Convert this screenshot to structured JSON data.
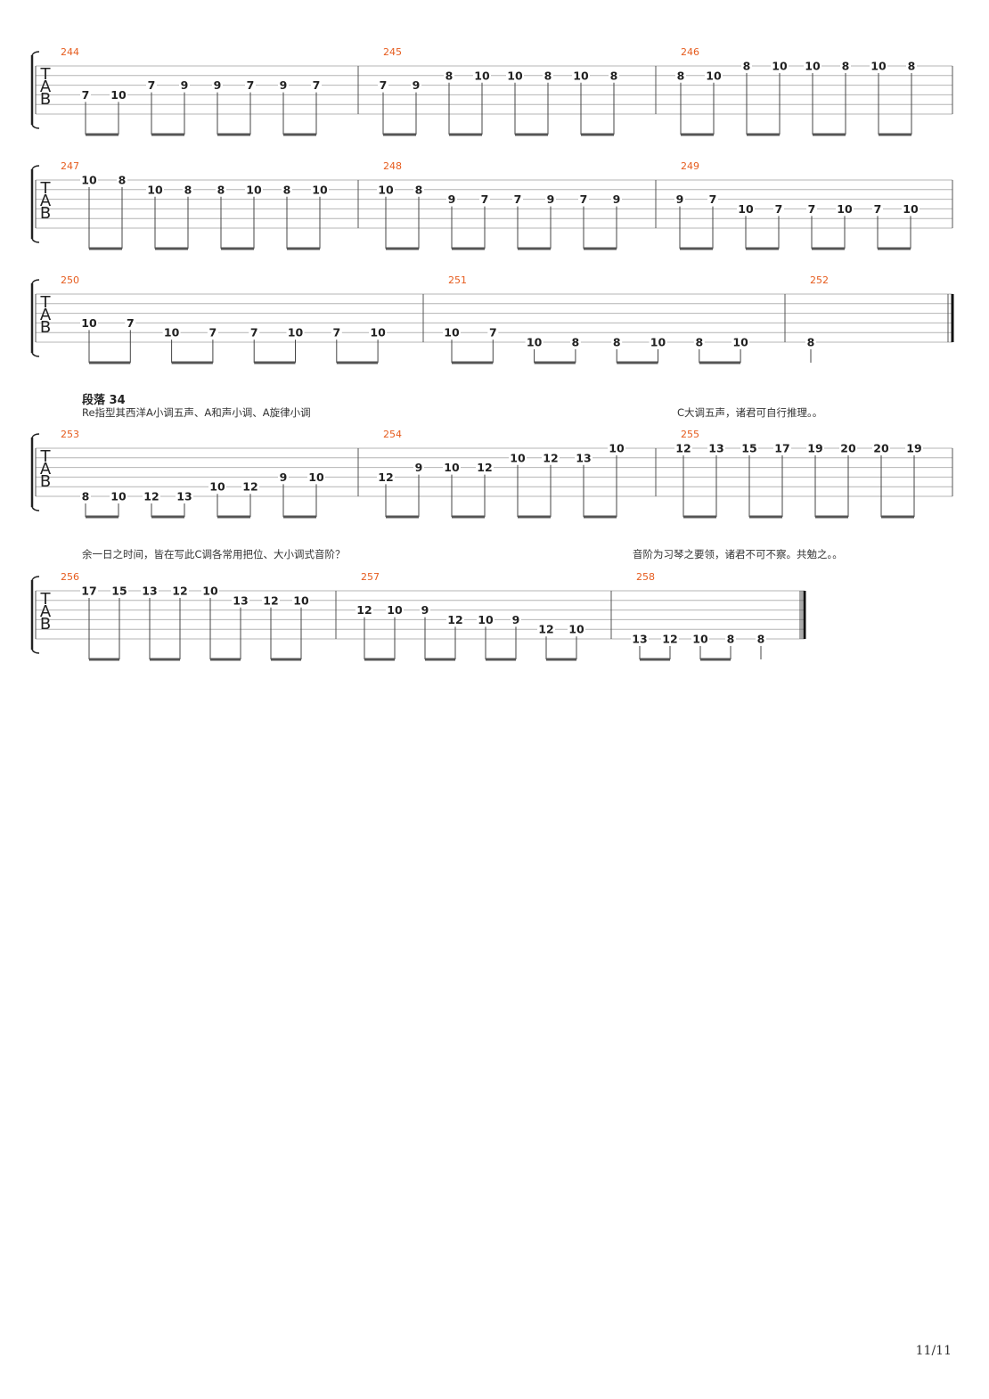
{
  "section": {
    "title": "段落 34",
    "line1_left": "Re指型其西洋A小调五声、A和声小调、A旋律小调",
    "line1_right": "C大调五声，诸君可自行推理。。",
    "line2_left": "余一日之时间，皆在写此C调各常用把位、大小调式音阶？",
    "line2_right": "音阶为习琴之要领，诸君不可不察。共勉之。。"
  },
  "page_number": "11/11",
  "tab_clef": [
    "T",
    "A",
    "B"
  ],
  "systems": [
    {
      "measures": [
        {
          "number": "244",
          "notes": [
            [
              "7",
              3
            ],
            [
              "10",
              3
            ],
            [
              "7",
              2
            ],
            [
              "9",
              2
            ],
            [
              "9",
              2
            ],
            [
              "7",
              2
            ],
            [
              "9",
              2
            ],
            [
              "7",
              2
            ]
          ]
        },
        {
          "number": "245",
          "notes": [
            [
              "7",
              2
            ],
            [
              "9",
              2
            ],
            [
              "8",
              1
            ],
            [
              "10",
              1
            ],
            [
              "10",
              1
            ],
            [
              "8",
              1
            ],
            [
              "10",
              1
            ],
            [
              "8",
              1
            ]
          ]
        },
        {
          "number": "246",
          "notes": [
            [
              "8",
              1
            ],
            [
              "10",
              1
            ],
            [
              "8",
              0
            ],
            [
              "10",
              0
            ],
            [
              "10",
              0
            ],
            [
              "8",
              0
            ],
            [
              "10",
              0
            ],
            [
              "8",
              0
            ]
          ]
        }
      ]
    },
    {
      "measures": [
        {
          "number": "247",
          "notes": [
            [
              "10",
              0
            ],
            [
              "8",
              0
            ],
            [
              "10",
              1
            ],
            [
              "8",
              1
            ],
            [
              "8",
              1
            ],
            [
              "10",
              1
            ],
            [
              "8",
              1
            ],
            [
              "10",
              1
            ]
          ]
        },
        {
          "number": "248",
          "notes": [
            [
              "10",
              1
            ],
            [
              "8",
              1
            ],
            [
              "9",
              2
            ],
            [
              "7",
              2
            ],
            [
              "7",
              2
            ],
            [
              "9",
              2
            ],
            [
              "7",
              2
            ],
            [
              "9",
              2
            ]
          ]
        },
        {
          "number": "249",
          "notes": [
            [
              "9",
              2
            ],
            [
              "7",
              2
            ],
            [
              "10",
              3
            ],
            [
              "7",
              3
            ],
            [
              "7",
              3
            ],
            [
              "10",
              3
            ],
            [
              "7",
              3
            ],
            [
              "10",
              3
            ]
          ]
        }
      ]
    },
    {
      "measures": [
        {
          "number": "250",
          "notes": [
            [
              "10",
              3
            ],
            [
              "7",
              3
            ],
            [
              "10",
              4
            ],
            [
              "7",
              4
            ],
            [
              "7",
              4
            ],
            [
              "10",
              4
            ],
            [
              "7",
              4
            ],
            [
              "10",
              4
            ]
          ]
        },
        {
          "number": "251",
          "notes": [
            [
              "10",
              4
            ],
            [
              "7",
              4
            ],
            [
              "10",
              5
            ],
            [
              "8",
              5
            ],
            [
              "8",
              5
            ],
            [
              "10",
              5
            ],
            [
              "8",
              5
            ],
            [
              "10",
              5
            ]
          ]
        },
        {
          "number": "252",
          "notes": [
            [
              "8",
              5
            ]
          ]
        }
      ]
    },
    {
      "measures": [
        {
          "number": "253",
          "notes": [
            [
              "8",
              5
            ],
            [
              "10",
              5
            ],
            [
              "12",
              5
            ],
            [
              "13",
              5
            ],
            [
              "10",
              4
            ],
            [
              "12",
              4
            ],
            [
              "9",
              3
            ],
            [
              "10",
              3
            ]
          ]
        },
        {
          "number": "254",
          "notes": [
            [
              "12",
              3
            ],
            [
              "9",
              2
            ],
            [
              "10",
              2
            ],
            [
              "12",
              2
            ],
            [
              "10",
              1
            ],
            [
              "12",
              1
            ],
            [
              "13",
              1
            ],
            [
              "10",
              0
            ]
          ]
        },
        {
          "number": "255",
          "notes": [
            [
              "12",
              0
            ],
            [
              "13",
              0
            ],
            [
              "15",
              0
            ],
            [
              "17",
              0
            ],
            [
              "19",
              0
            ],
            [
              "20",
              0
            ],
            [
              "20",
              0
            ],
            [
              "19",
              0
            ]
          ]
        }
      ]
    },
    {
      "measures": [
        {
          "number": "256",
          "notes": [
            [
              "17",
              0
            ],
            [
              "15",
              0
            ],
            [
              "13",
              0
            ],
            [
              "12",
              0
            ],
            [
              "10",
              0
            ],
            [
              "13",
              1
            ],
            [
              "12",
              1
            ],
            [
              "10",
              1
            ]
          ]
        },
        {
          "number": "257",
          "notes": [
            [
              "12",
              2
            ],
            [
              "10",
              2
            ],
            [
              "9",
              2
            ],
            [
              "12",
              3
            ],
            [
              "10",
              3
            ],
            [
              "9",
              3
            ],
            [
              "12",
              4
            ],
            [
              "10",
              4
            ]
          ]
        },
        {
          "number": "258",
          "notes": [
            [
              "13",
              5
            ],
            [
              "12",
              5
            ],
            [
              "10",
              5
            ],
            [
              "8",
              5
            ],
            [
              "8",
              5
            ]
          ]
        }
      ]
    }
  ]
}
